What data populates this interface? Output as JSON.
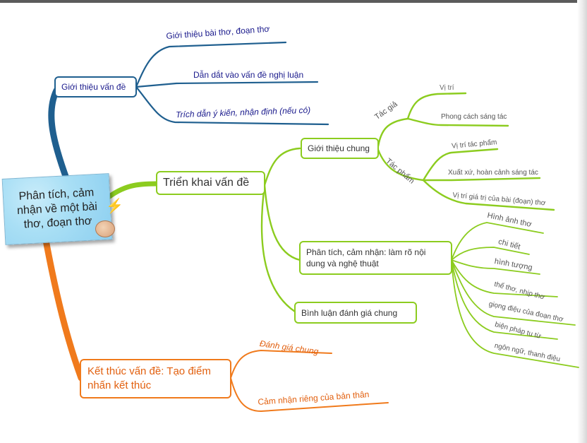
{
  "root": {
    "title": "Phân tích, cảm nhận về một bài thơ, đoạn thơ"
  },
  "colors": {
    "intro": "#1f5f8f",
    "body": "#8ccc1f",
    "ending": "#f07a1c"
  },
  "intro": {
    "label": "Giới thiệu vấn đề",
    "items": [
      "Giới thiệu bài thơ, đoạn thơ",
      "Dẫn dắt vào vấn đề nghị luận",
      "Trích dẫn ý kiến, nhận định (nếu có)"
    ]
  },
  "body": {
    "label": "Triển khai vấn đề",
    "general": {
      "label": "Giới thiệu chung",
      "author": {
        "label": "Tác giả",
        "items": [
          "Vị trí",
          "Phong cách sáng tác"
        ]
      },
      "work": {
        "label": "Tác phẩm",
        "items": [
          "Vị trí tác phẩm",
          "Xuất xứ, hoàn cảnh sáng tác",
          "Vị trí giá trị của bài (đoạn) thơ"
        ]
      }
    },
    "analysis": {
      "label": "Phân tích, cảm nhận: làm rõ nội dung và nghệ thuật",
      "items": [
        "Hình ảnh thơ",
        "chi tiết",
        "hình tượng",
        "thể thơ, nhịp thơ",
        "giọng điệu của đoạn thơ",
        "biện pháp tu từ",
        "ngôn ngữ, thanh điệu"
      ]
    },
    "review": {
      "label": "Bình luận đánh giá chung"
    }
  },
  "ending": {
    "label": "Kết thúc vấn đề: Tạo điểm nhấn kết thúc",
    "items": [
      "Đánh giá chung",
      "Cảm nhận riêng của bản thân"
    ]
  }
}
